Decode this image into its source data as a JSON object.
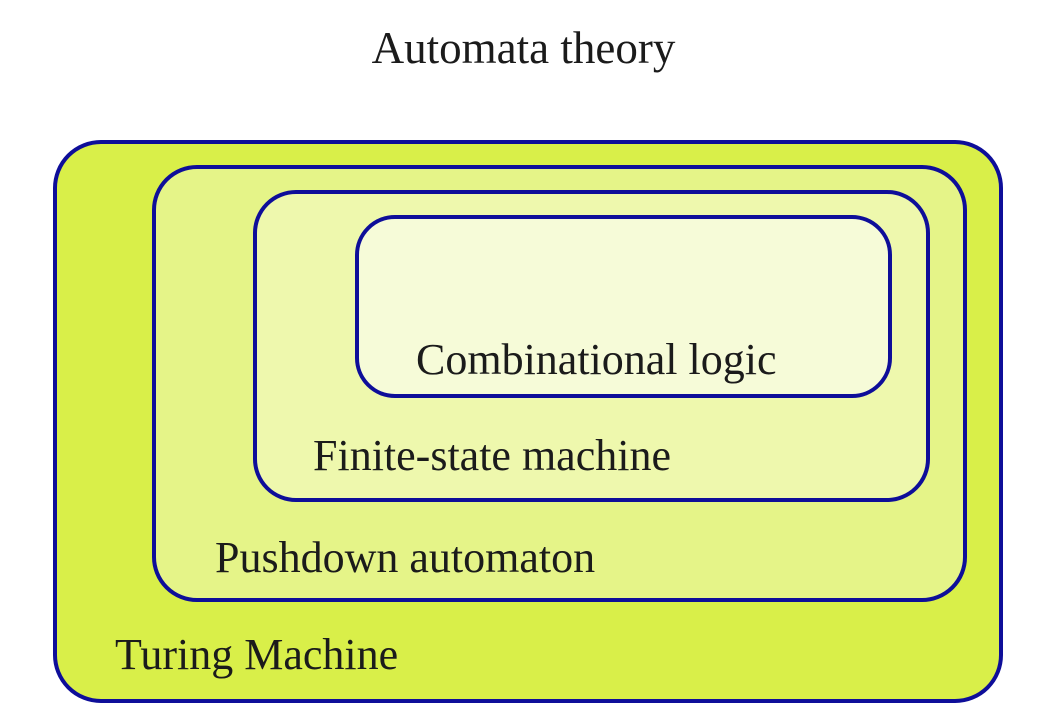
{
  "title": "Automata theory",
  "palette": {
    "background": "#ffffff",
    "border": "#0e0e99",
    "text": "#1b1b1b"
  },
  "diagram": {
    "type": "nested-sets",
    "sets": [
      {
        "label": "Turing Machine",
        "fill": "#d9ef49"
      },
      {
        "label": "Pushdown automaton",
        "fill": "#e5f488"
      },
      {
        "label": "Finite-state machine",
        "fill": "#eef8ad"
      },
      {
        "label": "Combinational logic",
        "fill": "#f6fbd8"
      }
    ]
  }
}
